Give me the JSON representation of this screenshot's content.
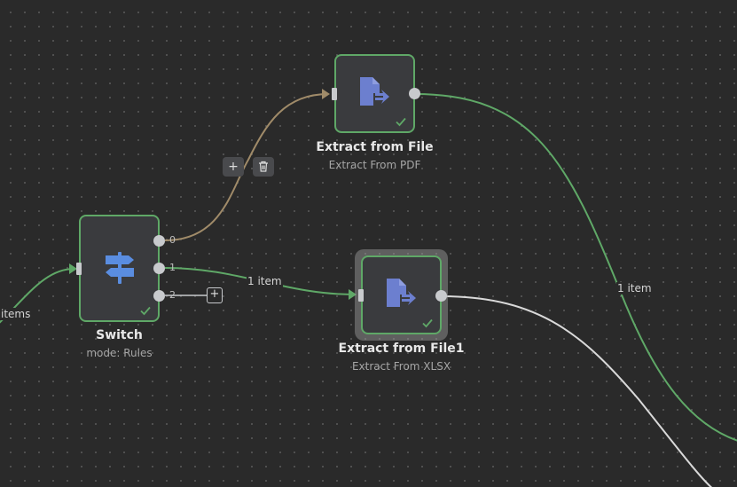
{
  "nodes": {
    "switch": {
      "title": "Switch",
      "subtitle": "mode: Rules",
      "outputs": [
        "0",
        "1",
        "2"
      ]
    },
    "extract_pdf": {
      "title": "Extract from File",
      "subtitle": "Extract From PDF"
    },
    "extract_xlsx": {
      "title": "Extract from File1",
      "subtitle": "Extract From XLSX"
    }
  },
  "edges": {
    "incoming_label": "items",
    "switch_to_xlsx_label": "1 item",
    "pdf_out_label": "1 item"
  },
  "edge_toolbar": {
    "add_label": "+",
    "delete_icon": "trash-icon"
  },
  "add_output_label": "+",
  "colors": {
    "success_green": "#5fa867",
    "active_edge": "#a08b69",
    "node_bg": "#3a3b3e",
    "icon_blue": "#6c7fcf",
    "switch_icon_blue": "#5a8de0"
  }
}
